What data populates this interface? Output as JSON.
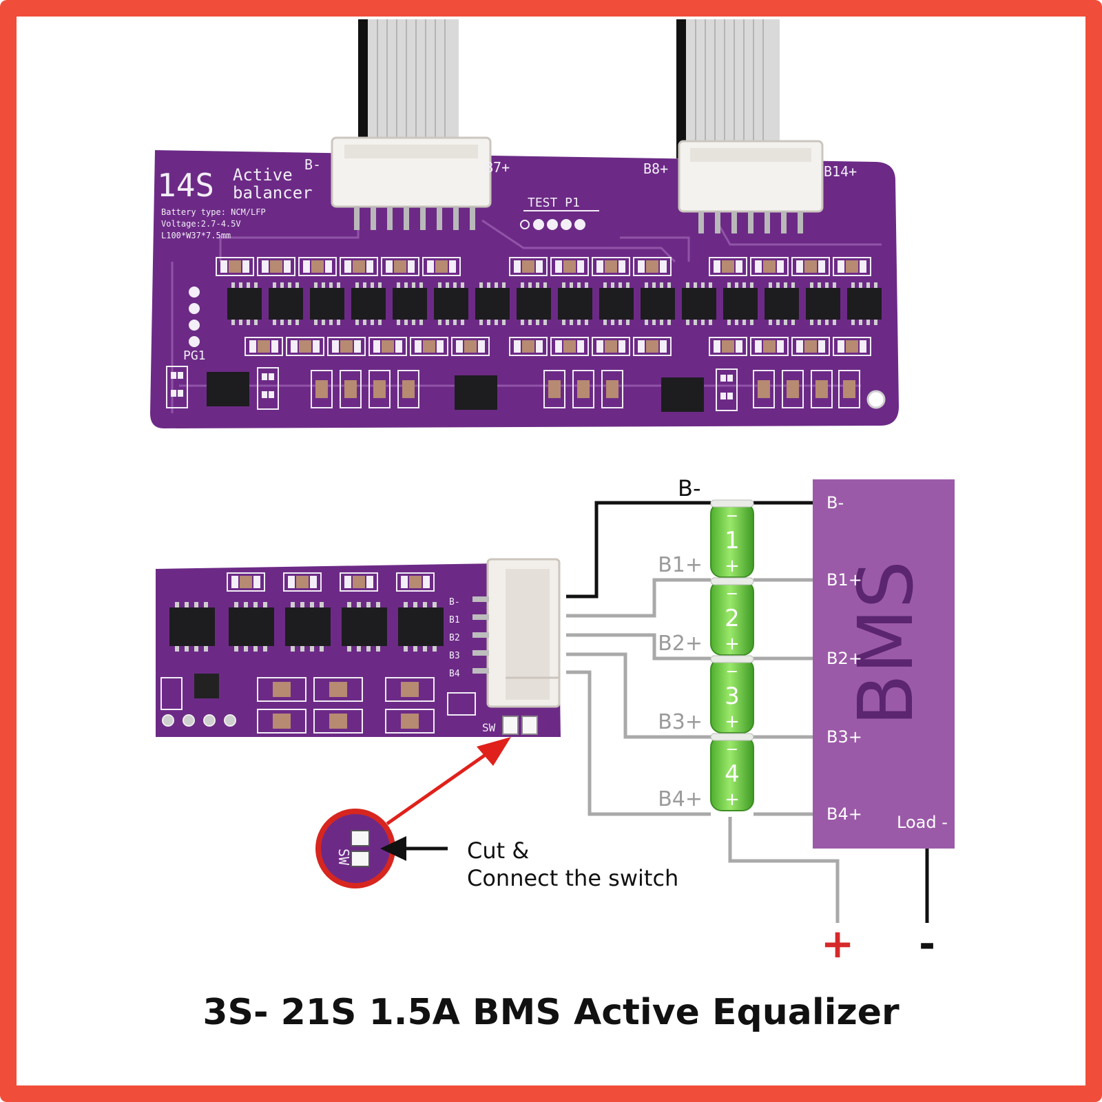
{
  "colors": {
    "frame": "#f04e3a",
    "pcb": "#6c2a86",
    "bms": "#9b5aa8",
    "cell": "#7ed957",
    "wire_black": "#111111",
    "wire_grey": "#a9a9a9",
    "plus": "#d62a2a",
    "arrow": "#e0211b"
  },
  "top_board": {
    "title_line1": "14S",
    "title_line2a": "Active",
    "title_line2b": "balancer",
    "spec_1": "Battery type: NCM/LFP",
    "spec_2": "Voltage:2.7-4.5V",
    "spec_3": "L100*W37*7.5mm",
    "conn_left_start": "B-",
    "conn_left_end": "B7+",
    "conn_right_start": "B8+",
    "conn_right_end": "B14+",
    "test_label": "TEST P1",
    "pg_label": "PG1"
  },
  "small_board": {
    "pins": [
      "B-",
      "B1",
      "B2",
      "B3",
      "B4"
    ],
    "switch_label": "SW"
  },
  "wiring": {
    "b_minus_label": "B-",
    "cell_labels": [
      "B1+",
      "B2+",
      "B3+",
      "B4+"
    ],
    "cells": [
      {
        "number": "1",
        "minus": "−",
        "plus": "+"
      },
      {
        "number": "2",
        "minus": "−",
        "plus": "+"
      },
      {
        "number": "3",
        "minus": "−",
        "plus": "+"
      },
      {
        "number": "4",
        "minus": "−",
        "plus": "+"
      }
    ]
  },
  "bms": {
    "name": "BMS",
    "pins": [
      "B-",
      "B1+",
      "B2+",
      "B3+",
      "B4+"
    ],
    "load_label": "Load -"
  },
  "terminals": {
    "plus": "+",
    "minus": "-"
  },
  "callout": {
    "line1": "Cut &",
    "line2": "Connect the switch",
    "zoom_label": "SW"
  },
  "caption": "3S- 21S 1.5A BMS Active Equalizer"
}
